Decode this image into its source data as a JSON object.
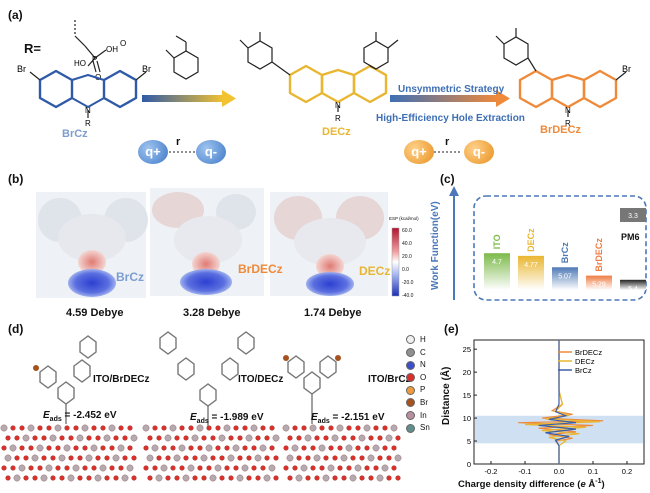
{
  "panel_a": {
    "label": "(a)",
    "r_group_label": "R=",
    "molecules": [
      "BrCz",
      "DECz",
      "BrDECz"
    ],
    "strategy_label": "Unsymmetric Strategy",
    "extraction_label": "High-Efficiency Hole Extraction",
    "dipole_q_plus": "q+",
    "dipole_q_minus": "q-",
    "dipole_r": "r",
    "atom_labels": {
      "br": "Br",
      "n": "N",
      "r": "R",
      "o": "O",
      "p": "P",
      "oh": "OH",
      "ho": "HO"
    },
    "colors": {
      "brcz": "#7b9dd0",
      "decz": "#e9b631",
      "brdecz": "#ef8a3a",
      "arrow_blue": "#2f5aa8",
      "arrow_yellow": "#f2c230",
      "strategy_text": "#3d6fb5",
      "extraction_text": "#3d6fb5"
    }
  },
  "panel_b": {
    "label": "(b)",
    "esp_title": "ESP (kcal/mol)",
    "esp_ticks": [
      "60.0",
      "40.0",
      "20.0",
      "0.0",
      "-20.0",
      "-40.0"
    ],
    "maps": [
      {
        "name": "BrCz",
        "dipole": "4.59 Debye"
      },
      {
        "name": "BrDECz",
        "dipole": "3.28 Debye"
      },
      {
        "name": "DECz",
        "dipole": "1.74 Debye"
      }
    ]
  },
  "panel_c": {
    "label": "(c)",
    "ylabel": "Work Function(eV)",
    "bars": [
      {
        "name": "ITO",
        "value": "4.7",
        "color": "#7cba4a"
      },
      {
        "name": "DECz",
        "value": "4.77",
        "color": "#e9b631"
      },
      {
        "name": "BrCz",
        "value": "5.07",
        "color": "#4f79b6"
      },
      {
        "name": "BrDECz",
        "value": "5.29",
        "color": "#ef7d44"
      },
      {
        "name": "PM6",
        "value_top": "3.3",
        "value": "5.4",
        "color": "#222222"
      }
    ]
  },
  "panel_d": {
    "label": "(d)",
    "structures": [
      {
        "title": "ITO/BrDECz",
        "energy": "= -2.452 eV"
      },
      {
        "title": "ITO/DECz",
        "energy": "= -1.989 eV"
      },
      {
        "title": "ITO/BrCz",
        "energy": "= -2.151 eV"
      }
    ],
    "e_symbol": "E",
    "e_sub": "ads",
    "legend": [
      {
        "el": "H",
        "color": "#f0f0f0"
      },
      {
        "el": "C",
        "color": "#8f8f8f"
      },
      {
        "el": "N",
        "color": "#3b50c8"
      },
      {
        "el": "O",
        "color": "#d9302a"
      },
      {
        "el": "P",
        "color": "#f09a3a"
      },
      {
        "el": "Br",
        "color": "#a5521f"
      },
      {
        "el": "In",
        "color": "#b78fa0"
      },
      {
        "el": "Sn",
        "color": "#5f8f8d"
      }
    ]
  },
  "panel_e": {
    "label": "(e)",
    "ylabel": "Distance (Å)",
    "xlabel": "Charge density difference (",
    "xlabel_unit_e": "e",
    "xlabel_unit_rest": " Å",
    "xlabel_exp": "-1",
    "xlabel_close": ")",
    "xticks": [
      "-0.2",
      "-0.1",
      "0.0",
      "0.1",
      "0.2"
    ],
    "yticks": [
      "0",
      "5",
      "10",
      "15",
      "20",
      "25"
    ],
    "legend": [
      {
        "name": "BrDECz",
        "color": "#ef8a3a"
      },
      {
        "name": "DECz",
        "color": "#e9b631"
      },
      {
        "name": "BrCz",
        "color": "#3a5fa8"
      }
    ]
  },
  "chart_data": {
    "type": "line",
    "title": "",
    "xlabel": "Charge density difference (e Å-1)",
    "ylabel": "Distance (Å)",
    "xlim": [
      -0.25,
      0.25
    ],
    "ylim": [
      0,
      27
    ],
    "shaded_region_y": [
      4.5,
      10.5
    ],
    "series": [
      {
        "name": "BrDECz",
        "points": [
          [
            0,
            0
          ],
          [
            0,
            4.0
          ],
          [
            -0.01,
            5.0
          ],
          [
            0.04,
            5.6
          ],
          [
            -0.03,
            6.4
          ],
          [
            0.05,
            7.0
          ],
          [
            -0.06,
            7.8
          ],
          [
            0.1,
            8.4
          ],
          [
            -0.12,
            9.0
          ],
          [
            0.13,
            9.4
          ],
          [
            -0.05,
            10.0
          ],
          [
            0.04,
            10.8
          ],
          [
            -0.02,
            11.6
          ],
          [
            0.01,
            13
          ],
          [
            0,
            16
          ],
          [
            0,
            27
          ]
        ]
      },
      {
        "name": "DECz",
        "points": [
          [
            0,
            0
          ],
          [
            0,
            4.0
          ],
          [
            0.02,
            5.0
          ],
          [
            -0.03,
            5.8
          ],
          [
            0.06,
            6.6
          ],
          [
            -0.05,
            7.3
          ],
          [
            0.08,
            8.0
          ],
          [
            -0.1,
            8.6
          ],
          [
            0.12,
            9.2
          ],
          [
            -0.04,
            9.8
          ],
          [
            0.03,
            10.6
          ],
          [
            -0.01,
            11.5
          ],
          [
            0.01,
            13
          ],
          [
            0,
            16
          ],
          [
            0,
            27
          ]
        ]
      },
      {
        "name": "BrCz",
        "points": [
          [
            0,
            0
          ],
          [
            0,
            4.0
          ],
          [
            -0.01,
            5.2
          ],
          [
            0.03,
            6.0
          ],
          [
            -0.04,
            6.8
          ],
          [
            0.05,
            7.6
          ],
          [
            -0.06,
            8.4
          ],
          [
            0.05,
            9.0
          ],
          [
            -0.03,
            9.7
          ],
          [
            0.02,
            10.5
          ],
          [
            -0.01,
            11.4
          ],
          [
            0,
            13
          ],
          [
            0,
            16
          ],
          [
            0,
            27
          ]
        ]
      }
    ]
  }
}
